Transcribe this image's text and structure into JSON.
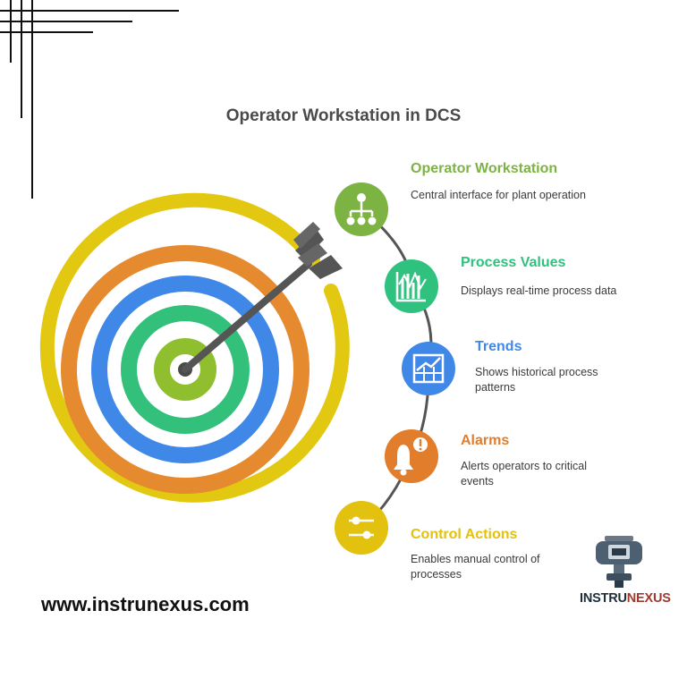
{
  "title": "Operator Workstation in DCS",
  "items": [
    {
      "title": "Operator Workstation",
      "desc": "Central interface for plant operation",
      "color": "#7cb342",
      "icon": "hierarchy-icon"
    },
    {
      "title": "Process Values",
      "desc": "Displays real-time process data",
      "color": "#2ec27e",
      "icon": "bar-wave-icon"
    },
    {
      "title": "Trends",
      "desc": "Shows historical process patterns",
      "color": "#3f88e8",
      "icon": "trend-chart-icon"
    },
    {
      "title": "Alarms",
      "desc": "Alerts operators to critical events",
      "color": "#e27d2b",
      "icon": "bell-alert-icon"
    },
    {
      "title": "Control Actions",
      "desc": "Enables manual control of processes",
      "color": "#e2c10f",
      "icon": "sliders-icon"
    }
  ],
  "website": "www.instrunexus.com",
  "brand": {
    "part1": "INSTRU",
    "part2": "NEXUS",
    "color1": "#1e2d3b",
    "color2": "#a0392f"
  },
  "target_colors": [
    "#e2c810",
    "#e58a2e",
    "#3f88e8",
    "#33c07a",
    "#8fbf2e"
  ]
}
